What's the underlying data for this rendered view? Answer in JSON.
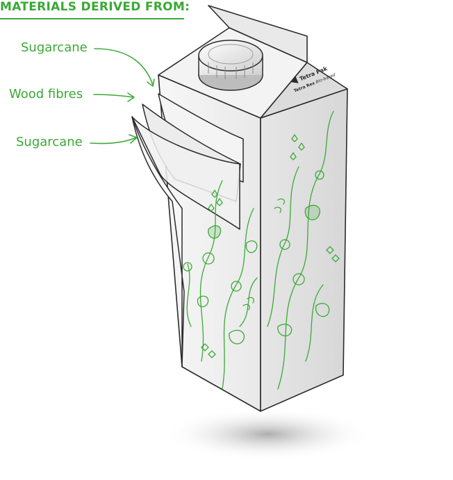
{
  "heading": "MATERIALS DERIVED FROM:",
  "labels": {
    "top": "Sugarcane",
    "middle": "Wood fibres",
    "bottom": "Sugarcane"
  },
  "brand": {
    "name": "Tetra Pak",
    "sub_name": "Tetra Rex",
    "sub_label": "Bio-based"
  },
  "colors": {
    "accent": "#3aa935",
    "outline": "#2b2b2b",
    "panel_light": "#f2f2f2",
    "panel_mid": "#e4e4e4",
    "panel_dark": "#d5d5d5"
  }
}
